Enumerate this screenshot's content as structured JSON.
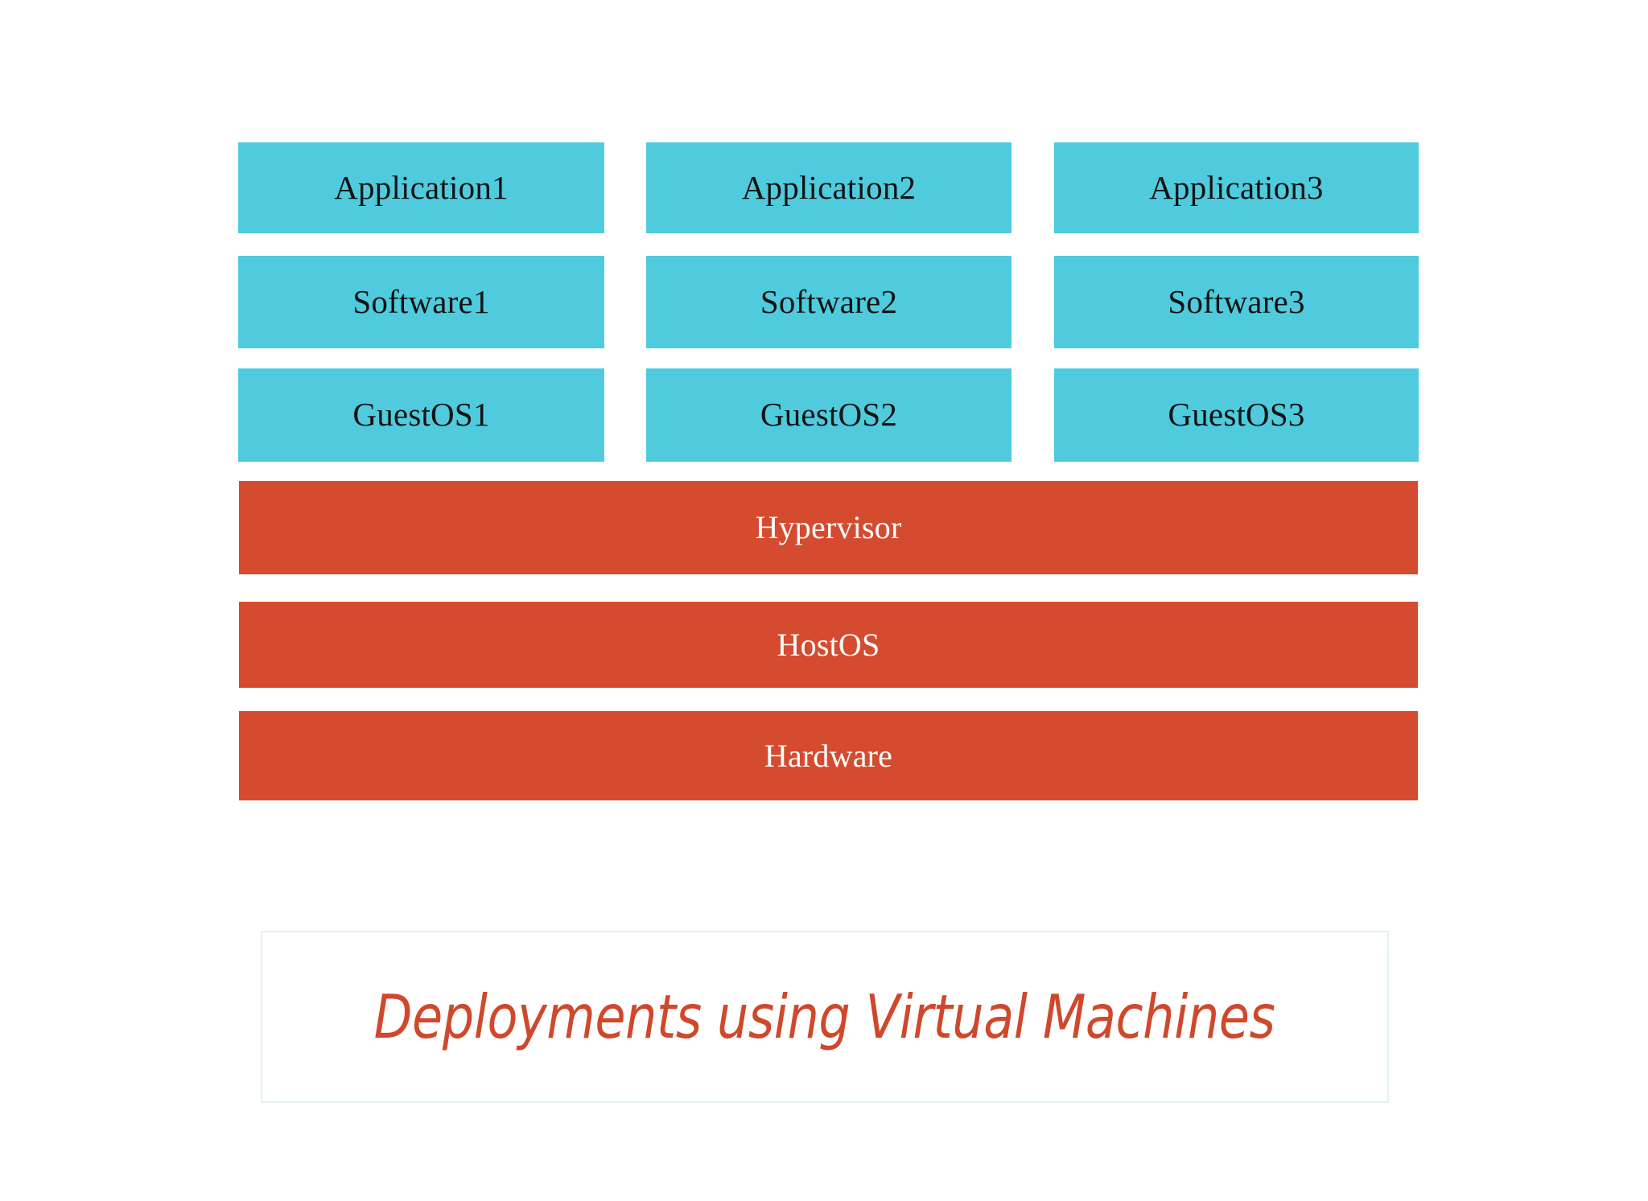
{
  "diagram": {
    "title": "Deployments using Virtual Machines",
    "colors": {
      "guest_stack_fill": "#4fcbdd",
      "guest_stack_text": "#131313",
      "host_stack_fill": "#d54b30",
      "host_stack_text": "#fdfcfa",
      "caption_text": "#d0482c",
      "caption_border": "#e3f1f3",
      "background": "#ffffff"
    },
    "vm_columns": [
      {
        "application": "Application1",
        "software": "Software1",
        "guest_os": "GuestOS1"
      },
      {
        "application": "Application2",
        "software": "Software2",
        "guest_os": "GuestOS2"
      },
      {
        "application": "Application3",
        "software": "Software3",
        "guest_os": "GuestOS3"
      }
    ],
    "row_labels": {
      "application": "Application",
      "software": "Software",
      "guest_os": "GuestOS"
    },
    "host_layers": [
      {
        "label": "Hypervisor"
      },
      {
        "label": "HostOS"
      },
      {
        "label": "Hardware"
      }
    ],
    "caption": {
      "text": "Deployments using Virtual Machines"
    }
  },
  "chart_data": {
    "type": "diagram",
    "title": "Deployments using Virtual Machines",
    "description": "Layered virtual machine deployment stack diagram",
    "layers_bottom_to_top": [
      "Hardware",
      "HostOS",
      "Hypervisor",
      "GuestOS1 / GuestOS2 / GuestOS3",
      "Software1 / Software2 / Software3",
      "Application1 / Application2 / Application3"
    ],
    "columns": 3,
    "shared_layers": [
      "Hypervisor",
      "HostOS",
      "Hardware"
    ],
    "per_vm_layers": [
      "GuestOS",
      "Software",
      "Application"
    ]
  }
}
